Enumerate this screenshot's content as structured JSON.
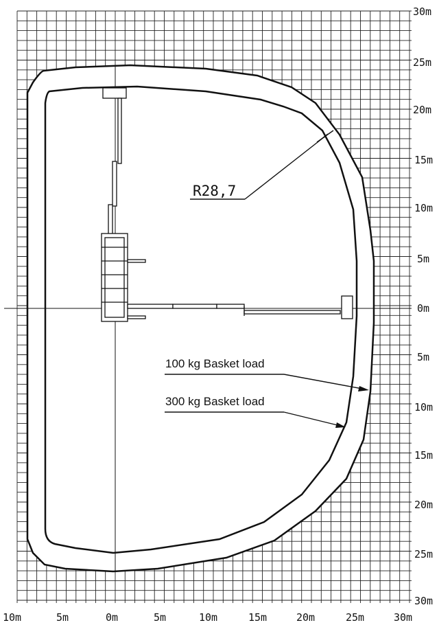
{
  "diagram": {
    "radius_label": "R28,7",
    "callouts": {
      "load_100": "100 kg Basket load",
      "load_300": "300 kg Basket load"
    },
    "right_axis": [
      "30m",
      "25m",
      "20m",
      "15m",
      "10m",
      "5m",
      "0m",
      "5m",
      "10m",
      "15m",
      "20m",
      "25m",
      "30m"
    ],
    "bottom_axis": [
      "10m",
      "5m",
      "0m",
      "5m",
      "10m",
      "15m",
      "20m",
      "25m",
      "30m"
    ]
  }
}
